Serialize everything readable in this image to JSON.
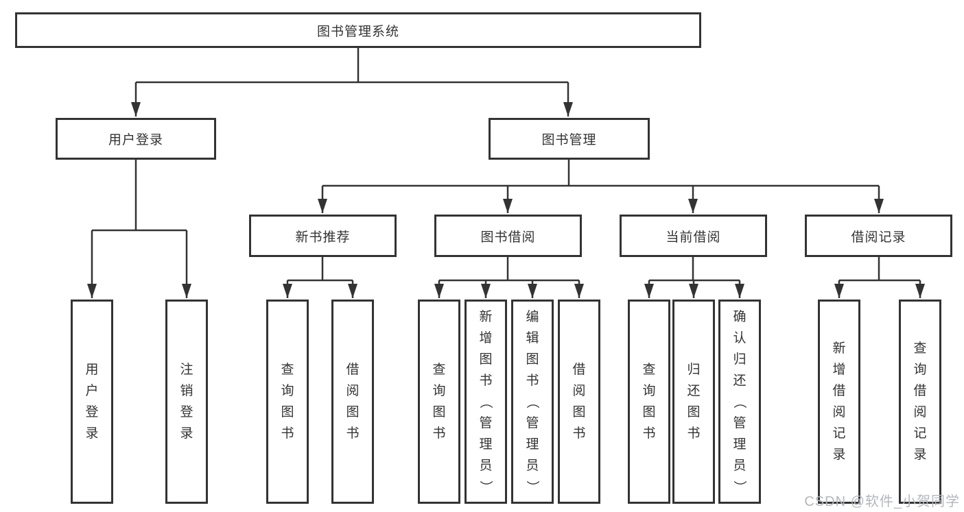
{
  "nodes": {
    "root": "图书管理系统",
    "level2": [
      "用户登录",
      "图书管理"
    ],
    "level3": [
      "新书推荐",
      "图书借阅",
      "当前借阅",
      "借阅记录"
    ],
    "leaves": {
      "user_login": [
        "用户登录",
        "注销登录"
      ],
      "new_book_recommend": [
        "查询图书",
        "借阅图书"
      ],
      "book_borrow": [
        "查询图书",
        "新增图书（管理员）",
        "编辑图书（管理员）",
        "借阅图书"
      ],
      "current_borrow": [
        "查询图书",
        "归还图书",
        "确认归还（管理员）"
      ],
      "borrow_records": [
        "新增借阅记录",
        "查询借阅记录"
      ]
    }
  },
  "watermark": "CSDN @软件_小贺同学",
  "colors": {
    "line": "#333333",
    "box_border": "#333333",
    "text": "#333333",
    "background": "#ffffff",
    "watermark": "#b3b7bd"
  }
}
